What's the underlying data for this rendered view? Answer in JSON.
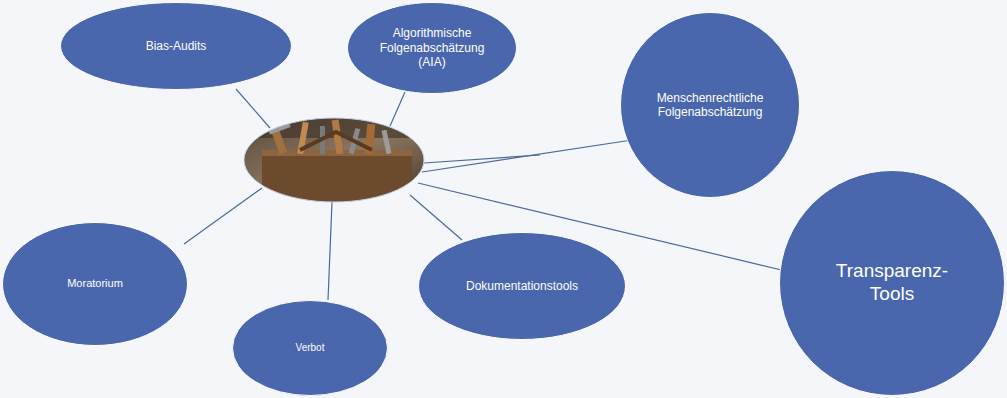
{
  "diagram": {
    "nodes": [
      {
        "text": [
          "Bias-Audits"
        ]
      },
      {
        "text": [
          "Algorithmische Folgenabschätzung (AIA)"
        ]
      },
      {
        "text": [
          "Menschenrechtliche Folgenabschätzung"
        ]
      },
      {
        "text": [
          "Moratorium"
        ]
      },
      {
        "text": [
          "Dokumentationstools"
        ]
      },
      {
        "text": [
          "Transparenz-Tools"
        ]
      },
      {
        "text": [
          "Verbot"
        ]
      }
    ]
  }
}
